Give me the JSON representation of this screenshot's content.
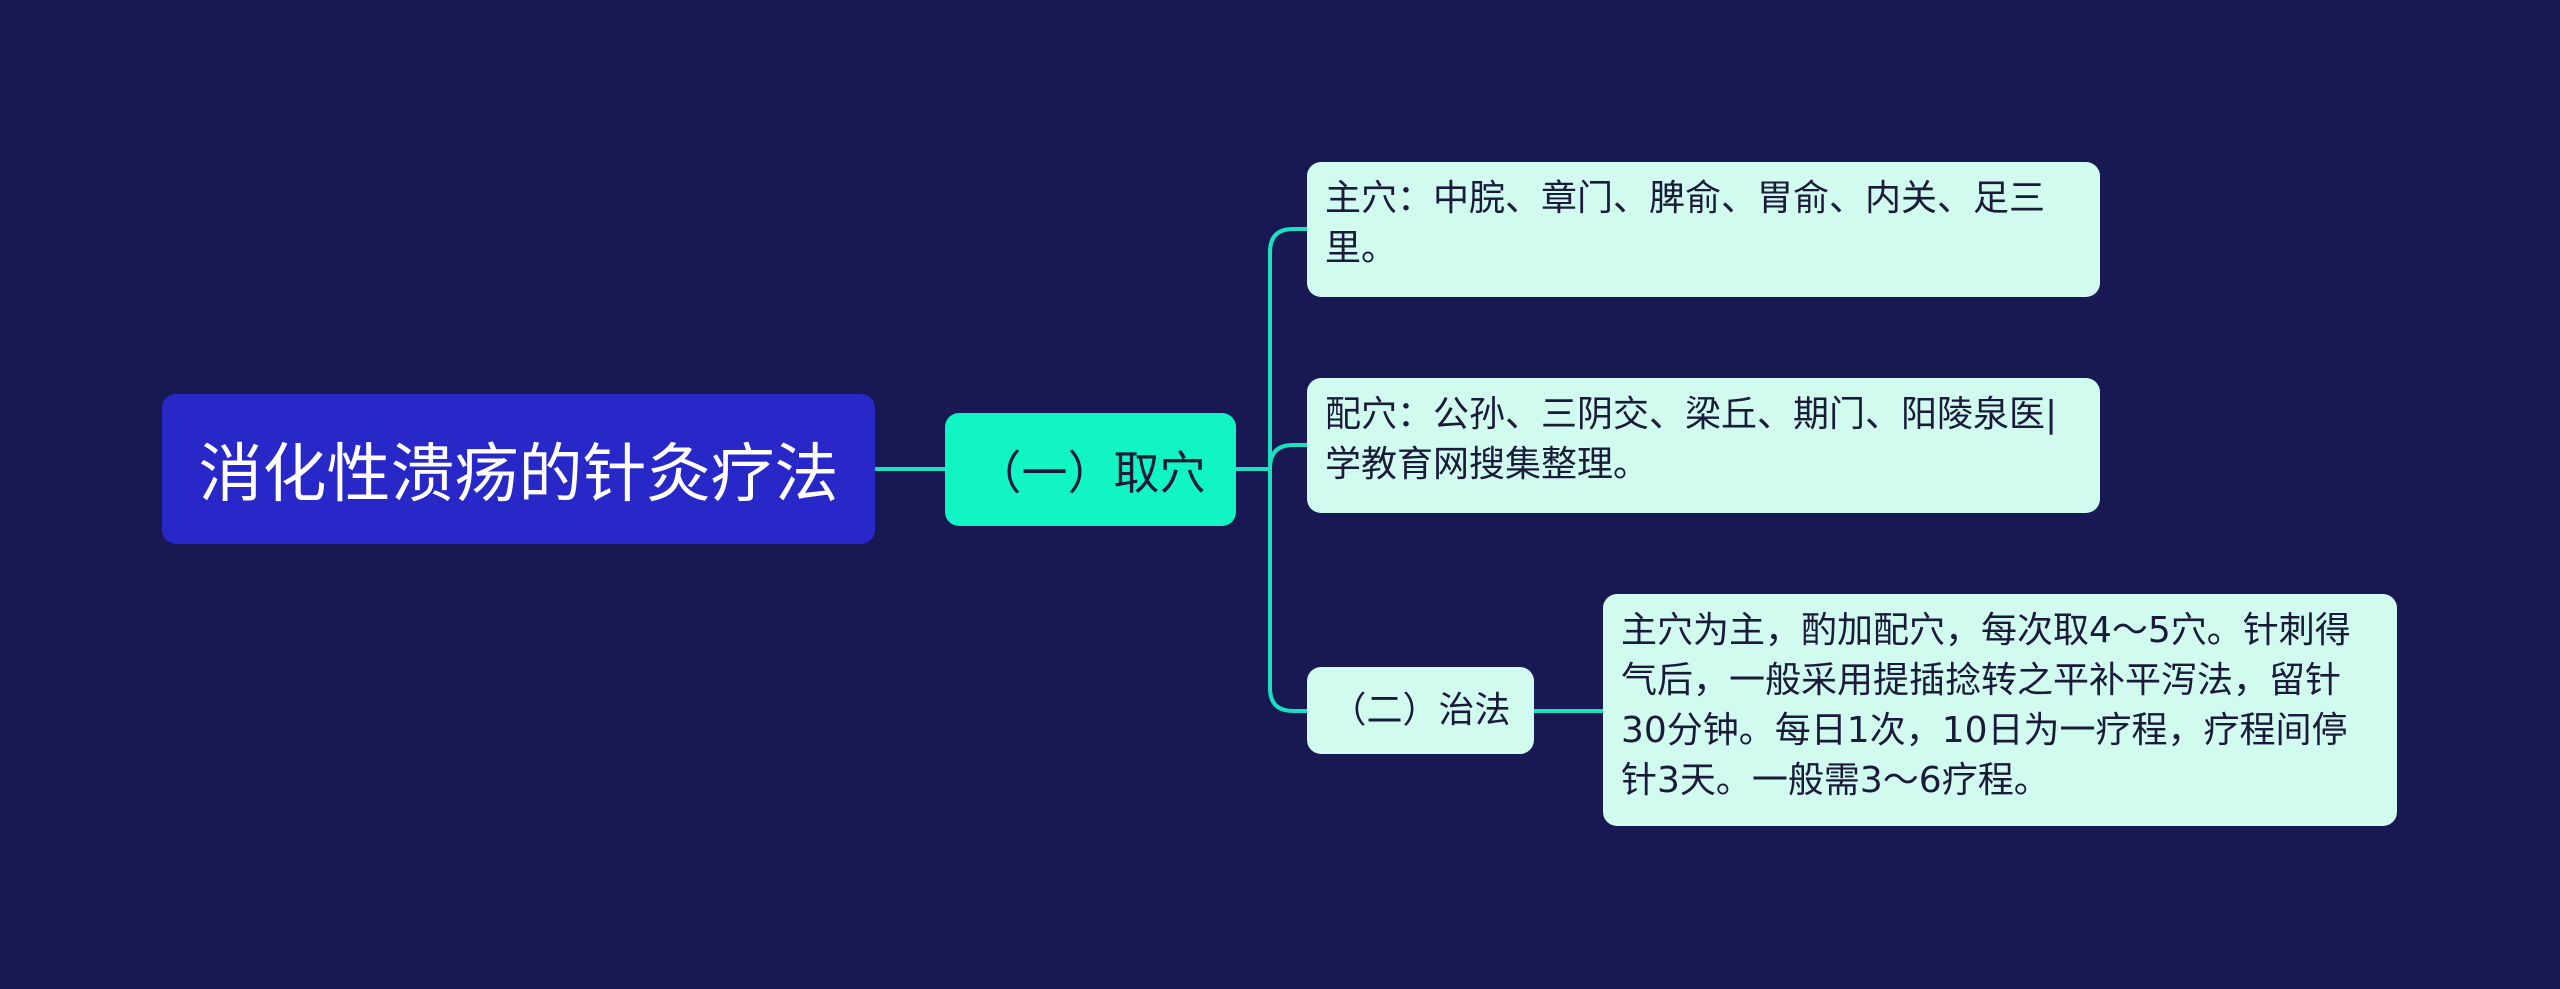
{
  "root": {
    "label": "消化性溃疡的针灸疗法"
  },
  "branch": {
    "label": "（一）取穴"
  },
  "leaves": {
    "main_points": "主穴：中脘、章门、脾俞、胃俞、内关、足三里。",
    "aux_points": "配穴：公孙、三阴交、梁丘、期门、阳陵泉医|学教育网搜集整理。",
    "treatment": "（二）治法",
    "treatment_detail": "主穴为主，酌加配穴，每次取4～5穴。针刺得气后，一般采用提插捻转之平补平泻法，留针30分钟。每日1次，10日为一疗程，疗程间停针3天。一般需3～6疗程。"
  },
  "colors": {
    "background": "#181852",
    "root": "#2828c8",
    "branch": "#10f5c3",
    "leaf": "#d0fbee",
    "connector": "#19e0c0"
  }
}
